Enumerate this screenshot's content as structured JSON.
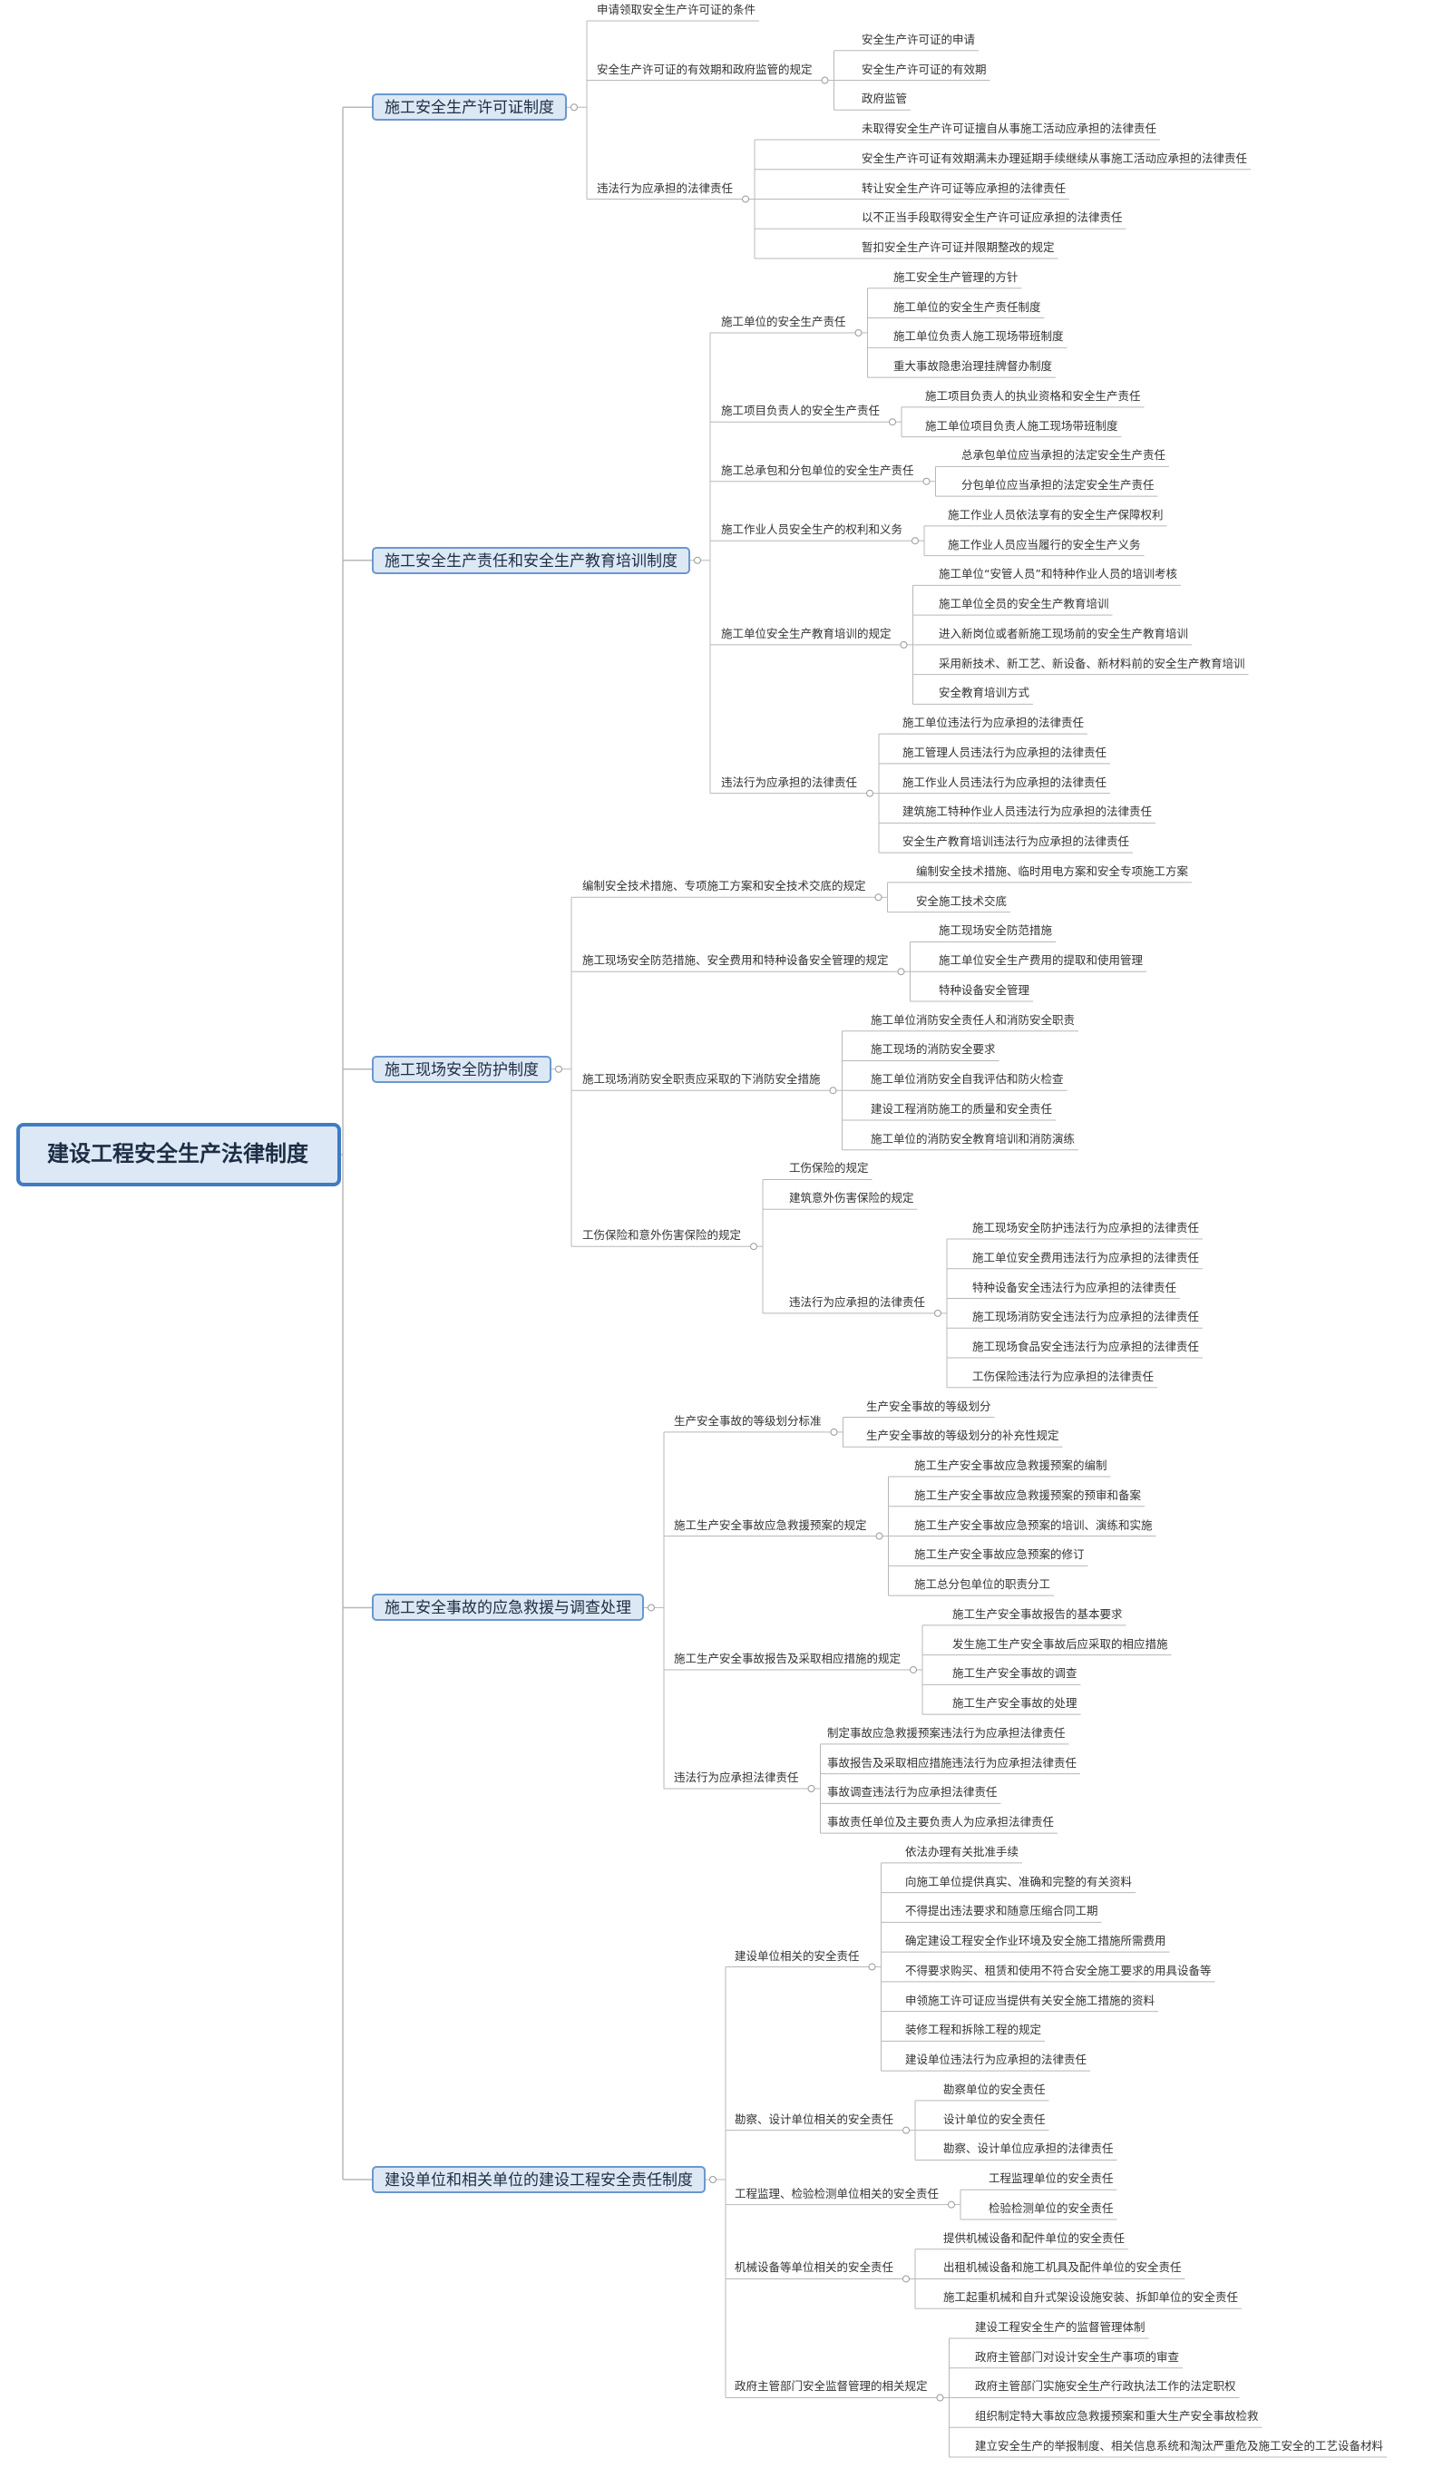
{
  "tree": {
    "root": "建设工程安全生产法律制度",
    "sections": [
      {
        "label": "施工安全生产许可证制度",
        "children": [
          {
            "label": "申请领取安全生产许可证的条件"
          },
          {
            "label": "安全生产许可证的有效期和政府监管的规定",
            "children": [
              {
                "label": "安全生产许可证的申请"
              },
              {
                "label": "安全生产许可证的有效期"
              },
              {
                "label": "政府监管"
              }
            ]
          },
          {
            "label": "违法行为应承担的法律责任",
            "children": [
              {
                "label": "未取得安全生产许可证擅自从事施工活动应承担的法律责任"
              },
              {
                "label": "安全生产许可证有效期满未办理延期手续继续从事施工活动应承担的法律责任"
              },
              {
                "label": "转让安全生产许可证等应承担的法律责任"
              },
              {
                "label": "以不正当手段取得安全生产许可证应承担的法律责任"
              },
              {
                "label": "暂扣安全生产许可证并限期整改的规定"
              }
            ]
          }
        ]
      },
      {
        "label": "施工安全生产责任和安全生产教育培训制度",
        "children": [
          {
            "label": "施工单位的安全生产责任",
            "children": [
              {
                "label": "施工安全生产管理的方针"
              },
              {
                "label": "施工单位的安全生产责任制度"
              },
              {
                "label": "施工单位负责人施工现场带班制度"
              },
              {
                "label": "重大事故隐患治理挂牌督办制度"
              }
            ]
          },
          {
            "label": "施工项目负责人的安全生产责任",
            "children": [
              {
                "label": "施工项目负责人的执业资格和安全生产责任"
              },
              {
                "label": "施工单位项目负责人施工现场带班制度"
              }
            ]
          },
          {
            "label": "施工总承包和分包单位的安全生产责任",
            "children": [
              {
                "label": "总承包单位应当承担的法定安全生产责任"
              },
              {
                "label": "分包单位应当承担的法定安全生产责任"
              }
            ]
          },
          {
            "label": "施工作业人员安全生产的权利和义务",
            "children": [
              {
                "label": "施工作业人员依法享有的安全生产保障权利"
              },
              {
                "label": "施工作业人员应当履行的安全生产义务"
              }
            ]
          },
          {
            "label": "施工单位安全生产教育培训的规定",
            "children": [
              {
                "label": "施工单位“安管人员”和特种作业人员的培训考核"
              },
              {
                "label": "施工单位全员的安全生产教育培训"
              },
              {
                "label": "进入新岗位或者新施工现场前的安全生产教育培训"
              },
              {
                "label": "采用新技术、新工艺、新设备、新材料前的安全生产教育培训"
              },
              {
                "label": "安全教育培训方式"
              }
            ]
          },
          {
            "label": "违法行为应承担的法律责任",
            "children": [
              {
                "label": "施工单位违法行为应承担的法律责任"
              },
              {
                "label": "施工管理人员违法行为应承担的法律责任"
              },
              {
                "label": "施工作业人员违法行为应承担的法律责任"
              },
              {
                "label": "建筑施工特种作业人员违法行为应承担的法律责任"
              },
              {
                "label": "安全生产教育培训违法行为应承担的法律责任"
              }
            ]
          }
        ]
      },
      {
        "label": "施工现场安全防护制度",
        "children": [
          {
            "label": "编制安全技术措施、专项施工方案和安全技术交底的规定",
            "children": [
              {
                "label": "编制安全技术措施、临时用电方案和安全专项施工方案"
              },
              {
                "label": "安全施工技术交底"
              }
            ]
          },
          {
            "label": "施工现场安全防范措施、安全费用和特种设备安全管理的规定",
            "children": [
              {
                "label": "施工现场安全防范措施"
              },
              {
                "label": "施工单位安全生产费用的提取和使用管理"
              },
              {
                "label": "特种设备安全管理"
              }
            ]
          },
          {
            "label": "施工现场消防安全职责应采取的下消防安全措施",
            "children": [
              {
                "label": "施工单位消防安全责任人和消防安全职责"
              },
              {
                "label": "施工现场的消防安全要求"
              },
              {
                "label": "施工单位消防安全自我评估和防火检查"
              },
              {
                "label": "建设工程消防施工的质量和安全责任"
              },
              {
                "label": "施工单位的消防安全教育培训和消防演练"
              }
            ]
          },
          {
            "label": "工伤保险和意外伤害保险的规定",
            "children": [
              {
                "label": "工伤保险的规定"
              },
              {
                "label": "建筑意外伤害保险的规定"
              },
              {
                "label": "违法行为应承担的法律责任",
                "children": [
                  {
                    "label": "施工现场安全防护违法行为应承担的法律责任"
                  },
                  {
                    "label": "施工单位安全费用违法行为应承担的法律责任"
                  },
                  {
                    "label": "特种设备安全违法行为应承担的法律责任"
                  },
                  {
                    "label": "施工现场消防安全违法行为应承担的法律责任"
                  },
                  {
                    "label": "施工现场食品安全违法行为应承担的法律责任"
                  },
                  {
                    "label": "工伤保险违法行为应承担的法律责任"
                  }
                ]
              }
            ]
          }
        ]
      },
      {
        "label": "施工安全事故的应急救援与调查处理",
        "children": [
          {
            "label": "生产安全事故的等级划分标准",
            "children": [
              {
                "label": "生产安全事故的等级划分"
              },
              {
                "label": "生产安全事故的等级划分的补充性规定"
              }
            ]
          },
          {
            "label": "施工生产安全事故应急救援预案的规定",
            "children": [
              {
                "label": "施工生产安全事故应急救援预案的编制"
              },
              {
                "label": "施工生产安全事故应急救援预案的预审和备案"
              },
              {
                "label": "施工生产安全事故应急预案的培训、演练和实施"
              },
              {
                "label": "施工生产安全事故应急预案的修订"
              },
              {
                "label": "施工总分包单位的职责分工"
              }
            ]
          },
          {
            "label": "施工生产安全事故报告及采取相应措施的规定",
            "children": [
              {
                "label": "施工生产安全事故报告的基本要求"
              },
              {
                "label": "发生施工生产安全事故后应采取的相应措施"
              },
              {
                "label": "施工生产安全事故的调查"
              },
              {
                "label": "施工生产安全事故的处理"
              }
            ]
          },
          {
            "label": "违法行为应承担法律责任",
            "children": [
              {
                "label": "制定事故应急救援预案违法行为应承担法律责任"
              },
              {
                "label": "事故报告及采取相应措施违法行为应承担法律责任"
              },
              {
                "label": "事故调查违法行为应承担法律责任"
              },
              {
                "label": "事故责任单位及主要负责人为应承担法律责任"
              }
            ]
          }
        ]
      },
      {
        "label": "建设单位和相关单位的建设工程安全责任制度",
        "children": [
          {
            "label": "建设单位相关的安全责任",
            "children": [
              {
                "label": "依法办理有关批准手续"
              },
              {
                "label": "向施工单位提供真实、准确和完整的有关资料"
              },
              {
                "label": "不得提出违法要求和随意压缩合同工期"
              },
              {
                "label": "确定建设工程安全作业环境及安全施工措施所需费用"
              },
              {
                "label": "不得要求购买、租赁和使用不符合安全施工要求的用具设备等"
              },
              {
                "label": "申领施工许可证应当提供有关安全施工措施的资料"
              },
              {
                "label": "装修工程和拆除工程的规定"
              },
              {
                "label": "建设单位违法行为应承担的法律责任"
              }
            ]
          },
          {
            "label": "勘察、设计单位相关的安全责任",
            "children": [
              {
                "label": "勘察单位的安全责任"
              },
              {
                "label": "设计单位的安全责任"
              },
              {
                "label": "勘察、设计单位应承担的法律责任"
              }
            ]
          },
          {
            "label": "工程监理、检验检测单位相关的安全责任",
            "children": [
              {
                "label": "工程监理单位的安全责任"
              },
              {
                "label": "检验检测单位的安全责任"
              }
            ]
          },
          {
            "label": "机械设备等单位相关的安全责任",
            "children": [
              {
                "label": "提供机械设备和配件单位的安全责任"
              },
              {
                "label": "出租机械设备和施工机具及配件单位的安全责任"
              },
              {
                "label": "施工起重机械和自升式架设设施安装、拆卸单位的安全责任"
              }
            ]
          },
          {
            "label": "政府主管部门安全监督管理的相关规定",
            "children": [
              {
                "label": "建设工程安全生产的监督管理体制"
              },
              {
                "label": "政府主管部门对设计安全生产事项的审查"
              },
              {
                "label": "政府主管部门实施安全生产行政执法工作的法定职权"
              },
              {
                "label": "组织制定特大事故应急救援预案和重大生产安全事故检救"
              },
              {
                "label": "建立安全生产的举报制度、相关信息系统和淘汰严重危及施工安全的工艺设备材料"
              }
            ]
          }
        ]
      }
    ]
  }
}
